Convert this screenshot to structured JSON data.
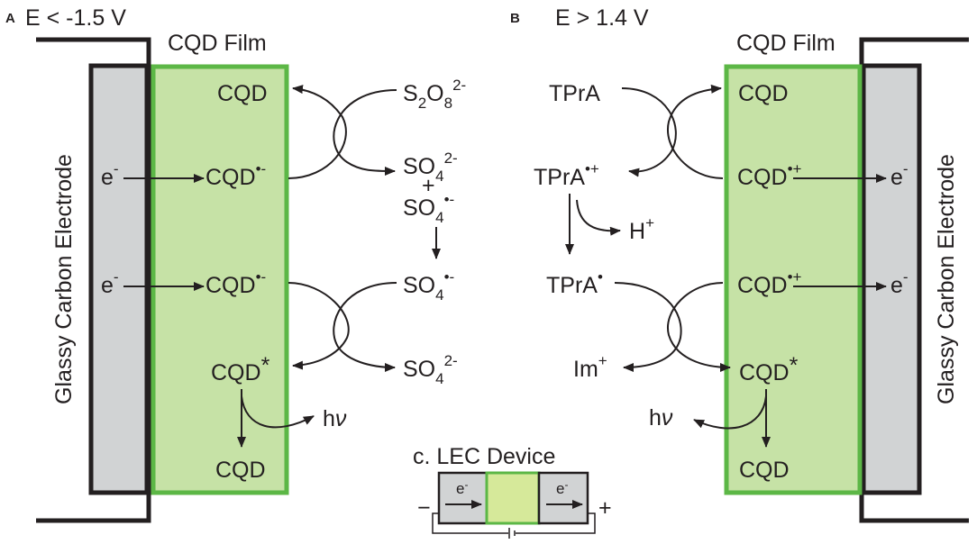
{
  "panels": {
    "a": {
      "letter": "A",
      "condition": "E < -1.5 V",
      "film_label": "CQD Film",
      "electrode_label": "Glassy Carbon Electrode",
      "electron": "e",
      "electron_charge": "-",
      "cqd": "CQD",
      "radical_anion": "•-",
      "excited": "*",
      "oxidant": {
        "base": "S",
        "sub1": "2",
        "mid": "O",
        "sub2": "8",
        "charge": "2-"
      },
      "sulfate": {
        "base": "SO",
        "sub": "4",
        "dianion": "2-",
        "radical": "•-"
      },
      "plus": "+",
      "photon": {
        "h": "h",
        "nu": "ν"
      }
    },
    "b": {
      "letter": "B",
      "condition": "E > 1.4 V",
      "film_label": "CQD Film",
      "electrode_label": "Glassy Carbon Electrode",
      "electron": "e",
      "electron_charge": "-",
      "cqd": "CQD",
      "radical_cation": "•+",
      "radical": "•",
      "excited": "*",
      "tpra": "TPrA",
      "proton": {
        "base": "H",
        "charge": "+"
      },
      "imine": {
        "base": "Im",
        "charge": "+"
      },
      "photon": {
        "h": "h",
        "nu": "ν"
      }
    },
    "c": {
      "title": "c. LEC Device",
      "electron": "e",
      "electron_charge": "-",
      "minus_terminal": "−",
      "plus_terminal": "+"
    }
  },
  "colors": {
    "film_fill": "#c6e2a6",
    "film_border": "#5cb746",
    "electrode_fill": "#d1d3d4",
    "outline": "#231f20",
    "lec_center": "#d6e99a"
  }
}
